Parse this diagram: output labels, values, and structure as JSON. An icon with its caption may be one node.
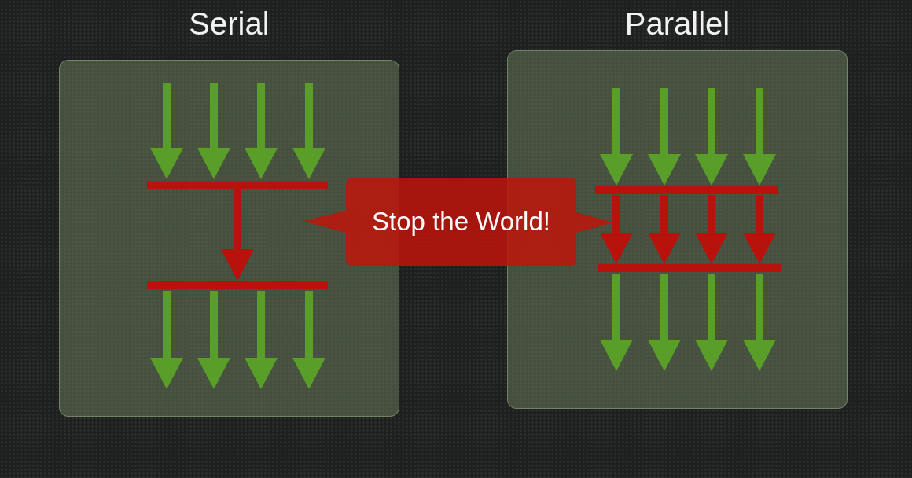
{
  "diagram": {
    "nodes": [
      {
        "text": [
          "Serial"
        ]
      },
      {
        "text": [
          "Parallel"
        ]
      },
      {
        "text": [
          "Stop the World!"
        ]
      }
    ],
    "edges": []
  }
}
